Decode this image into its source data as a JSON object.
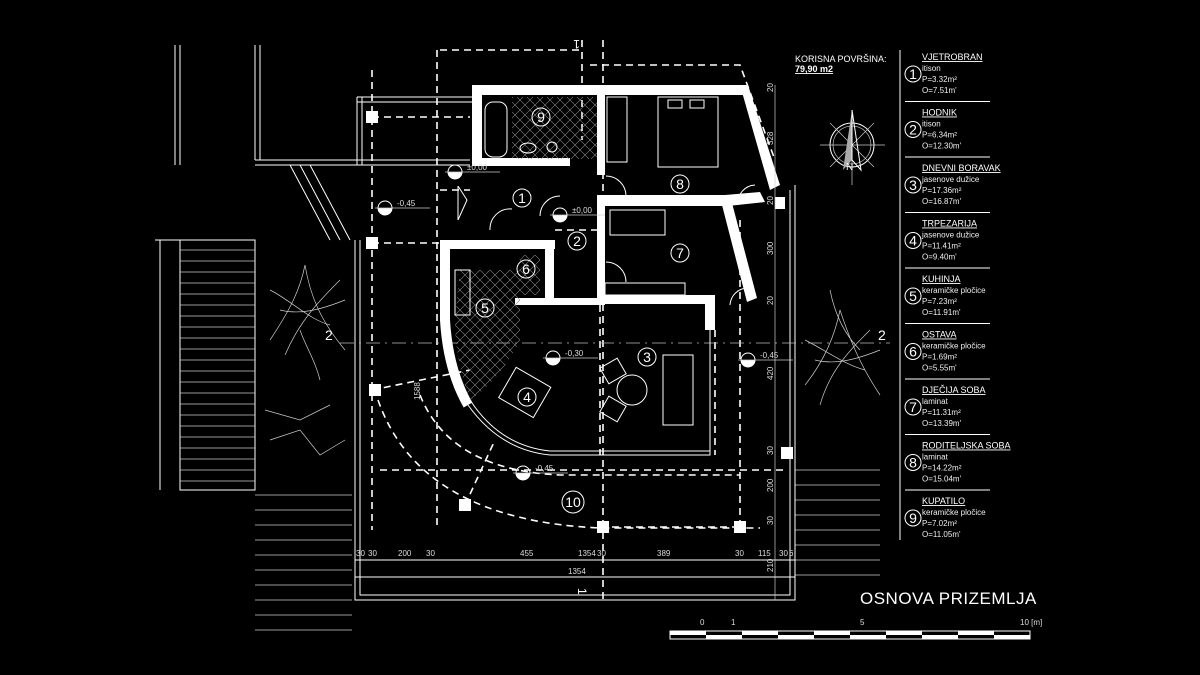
{
  "drawing": {
    "title": "OSNOVA PRIZEMLJA",
    "area_label": "KORISNA POVRŠINA:",
    "area_value": "79,90 m2",
    "north_label": "N",
    "section_markers": [
      "2",
      "2",
      "1",
      "1"
    ],
    "levels": [
      "±0,00",
      "±0,00",
      "-0,45",
      "-0,30",
      "-0,45",
      "-0,45"
    ],
    "room_numbers": [
      "1",
      "2",
      "3",
      "4",
      "5",
      "6",
      "7",
      "8",
      "9",
      "10"
    ],
    "dims_horizontal": [
      "30",
      "30",
      "200",
      "30",
      "455",
      "1354",
      "30",
      "389",
      "30",
      "115",
      "30",
      "6"
    ],
    "dim_total": "1354",
    "dims_vertical": [
      "20",
      "328",
      "20",
      "300",
      "20",
      "420",
      "30",
      "200",
      "30",
      "210"
    ],
    "dim_left": "1588",
    "scale": {
      "labels": [
        "0",
        "1",
        "5",
        "10 [m]"
      ]
    }
  },
  "legend": [
    {
      "num": "1",
      "name": "VJETROBRAN",
      "floor": "itison",
      "p": "P=3.32m²",
      "o": "O=7.51m'"
    },
    {
      "num": "2",
      "name": "HODNIK",
      "floor": "itison",
      "p": "P=6.34m²",
      "o": "O=12.30m'"
    },
    {
      "num": "3",
      "name": "DNEVNI BORAVAK",
      "floor": "jasenove dužice",
      "p": "P=17.36m²",
      "o": "O=16.87m'"
    },
    {
      "num": "4",
      "name": "TRPEZARIJA",
      "floor": "jasenove dužice",
      "p": "P=11.41m²",
      "o": "O=9.40m'"
    },
    {
      "num": "5",
      "name": "KUHINJA",
      "floor": "keramičke pločice",
      "p": "P=7.23m²",
      "o": "O=11.91m'"
    },
    {
      "num": "6",
      "name": "OSTAVA",
      "floor": "keramičke pločice",
      "p": "P=1.69m²",
      "o": "O=5.55m'"
    },
    {
      "num": "7",
      "name": "DJEČIJA SOBA",
      "floor": "laminat",
      "p": "P=11.31m²",
      "o": "O=13.39m'"
    },
    {
      "num": "8",
      "name": "RODITELJSKA SOBA",
      "floor": "laminat",
      "p": "P=14.22m²",
      "o": "O=15.04m'"
    },
    {
      "num": "9",
      "name": "KUPATILO",
      "floor": "keramičke pločice",
      "p": "P=7.02m²",
      "o": "O=11.05m'"
    }
  ]
}
